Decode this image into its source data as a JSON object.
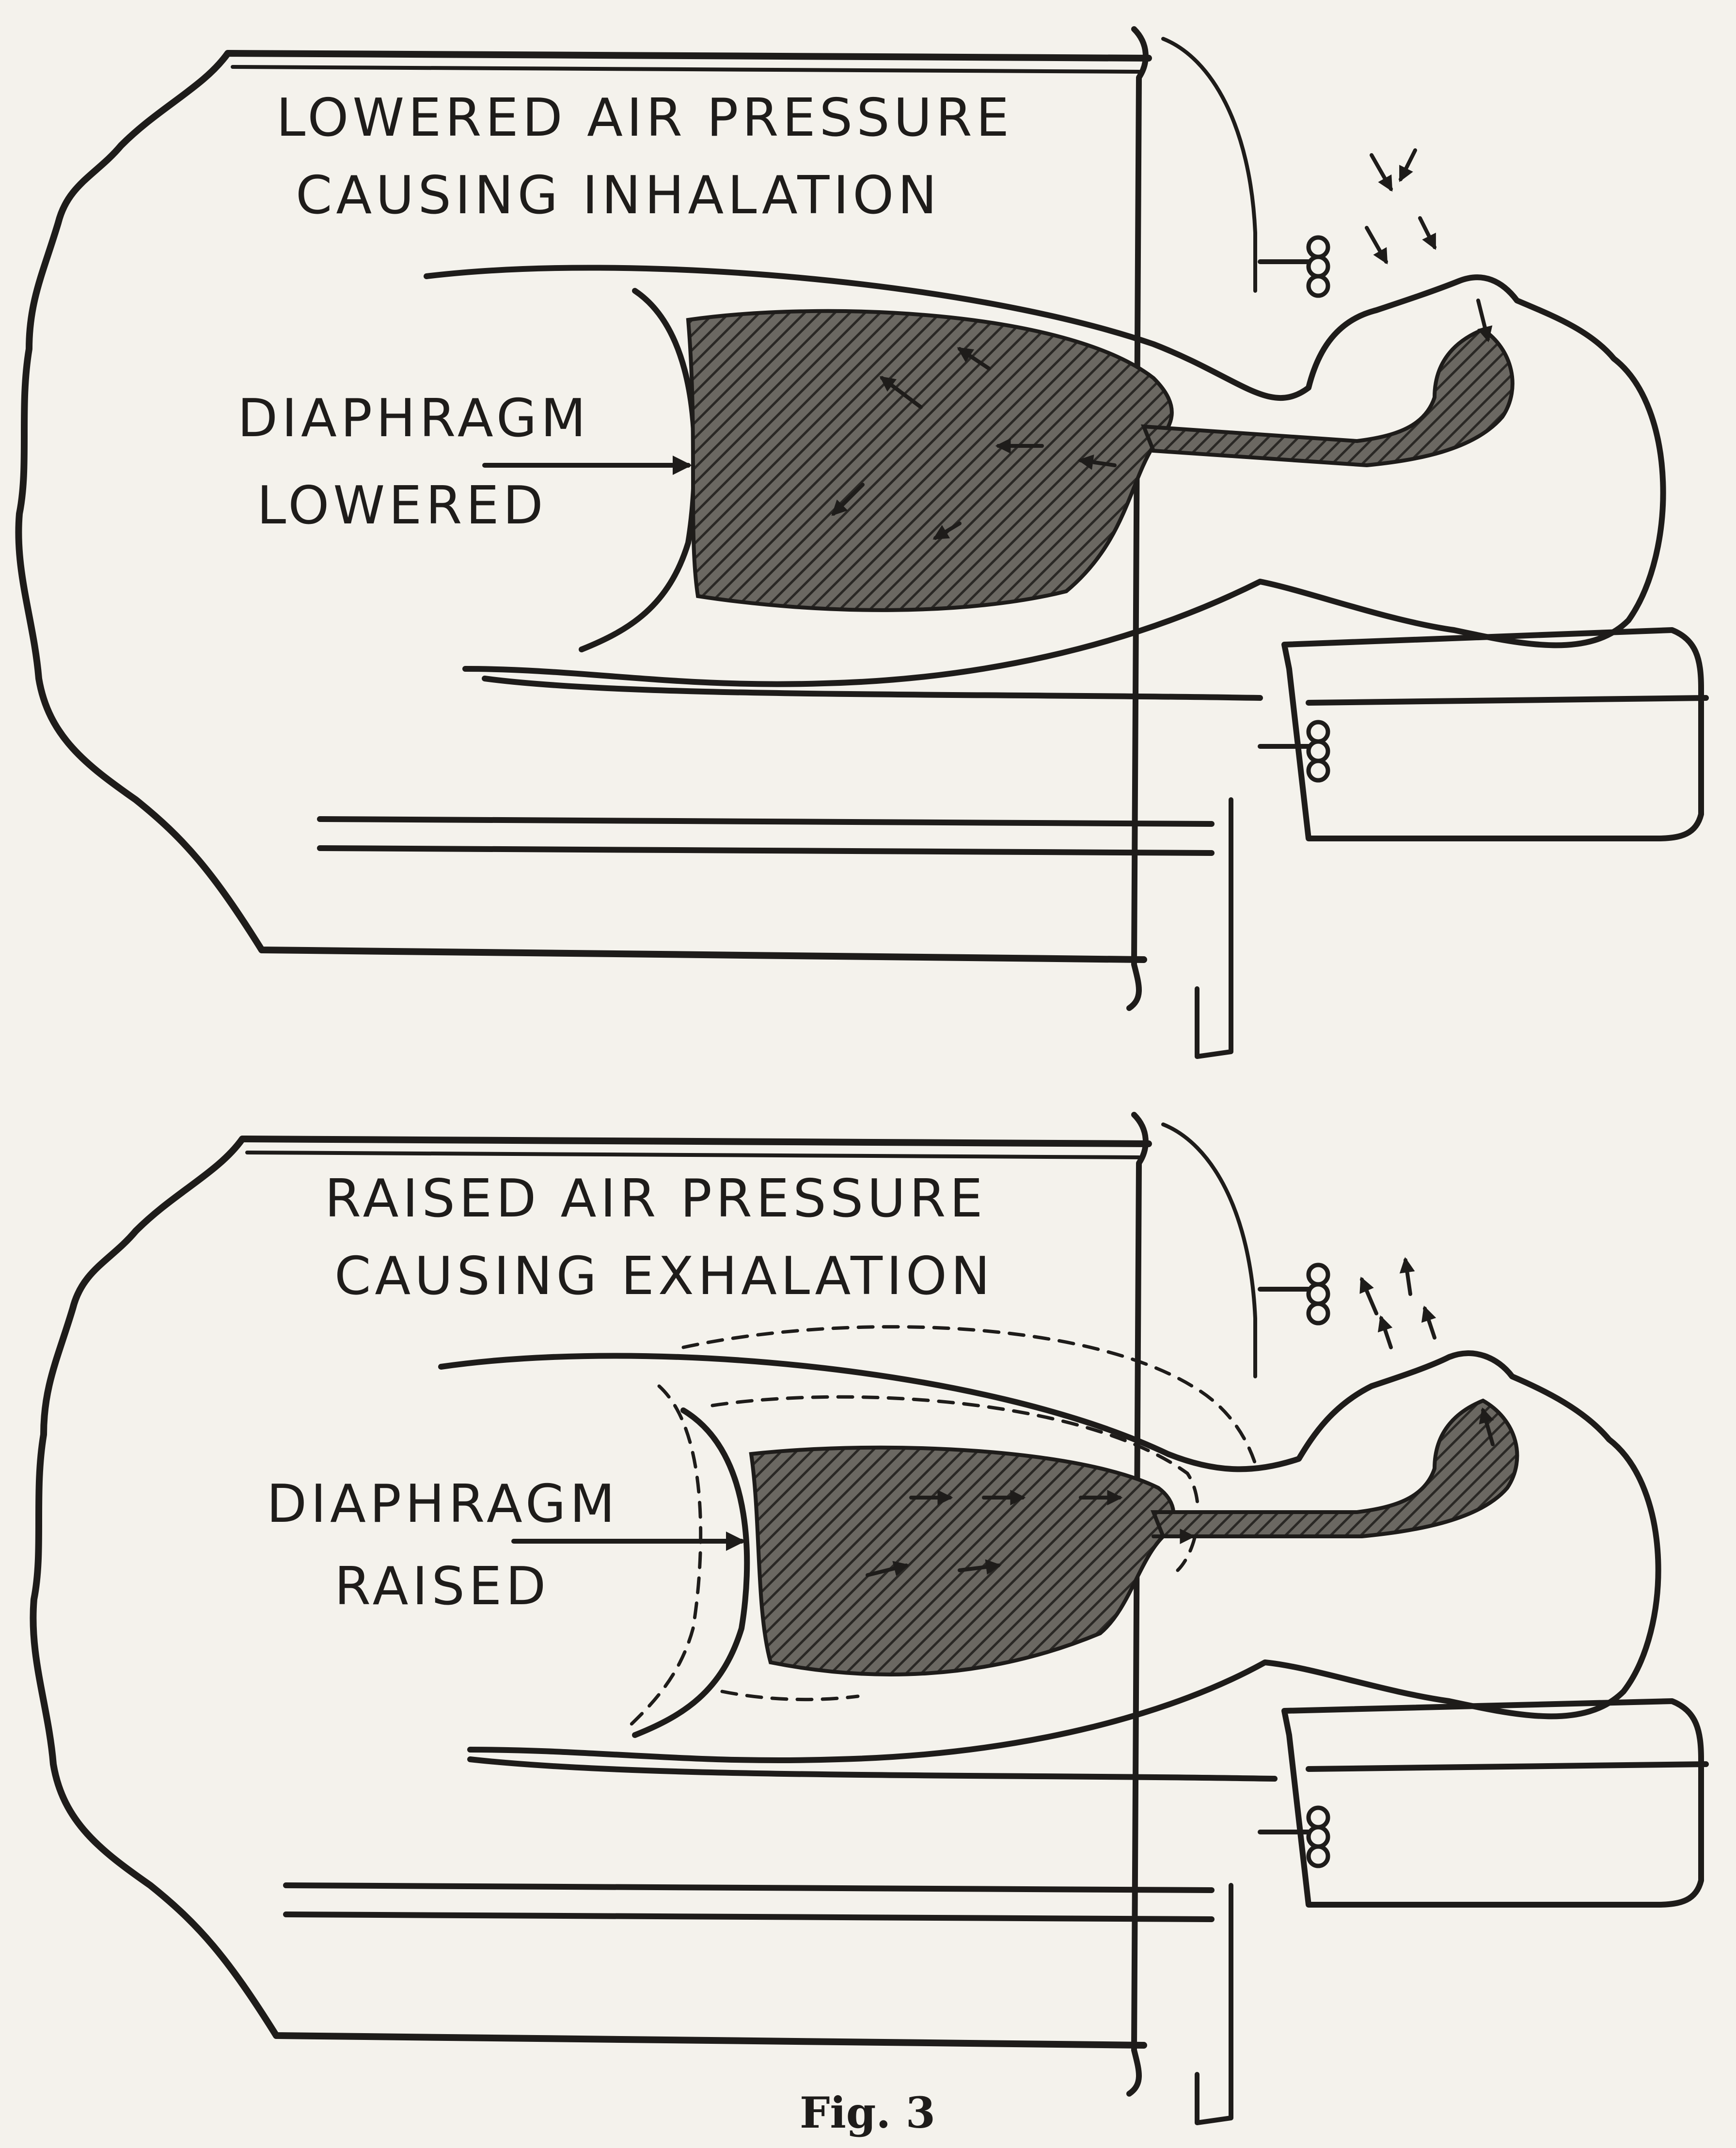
{
  "panels": [
    {
      "title_line1": "LOWERED AIR PRESSURE",
      "title_line2": "CAUSING INHALATION",
      "label_line1": "DIAPHRAGM",
      "label_line2": "LOWERED",
      "airflow": "inward"
    },
    {
      "title_line1": "RAISED AIR PRESSURE",
      "title_line2": "CAUSING EXHALATION",
      "label_line1": "DIAPHRAGM",
      "label_line2": "RAISED",
      "airflow": "outward"
    }
  ],
  "caption": "Fig. 3",
  "colors": {
    "ink": "#1e1c1a",
    "paper": "#f4f2ec"
  }
}
